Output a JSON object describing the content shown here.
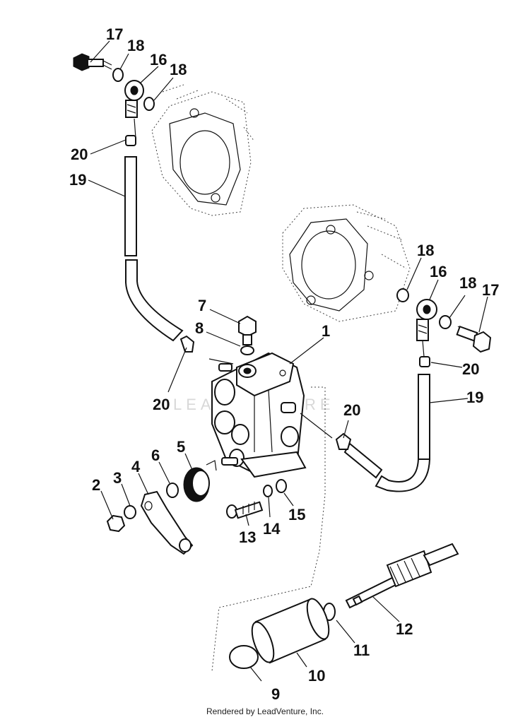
{
  "credit": "Rendered by LeadVenture, Inc.",
  "watermark": "LEADVENTURE",
  "callouts": {
    "c1": "1",
    "c2": "2",
    "c3": "3",
    "c4": "4",
    "c5": "5",
    "c6": "6",
    "c7": "7",
    "c8": "8",
    "c9": "9",
    "c10": "10",
    "c11": "11",
    "c12": "12",
    "c13": "13",
    "c14": "14",
    "c15": "15",
    "c16a": "16",
    "c16b": "16",
    "c17a": "17",
    "c17b": "17",
    "c18a": "18",
    "c18b": "18",
    "c18c": "18",
    "c18d": "18",
    "c19a": "19",
    "c19b": "19",
    "c20a": "20",
    "c20b": "20",
    "c20c": "20",
    "c20d": "20"
  }
}
